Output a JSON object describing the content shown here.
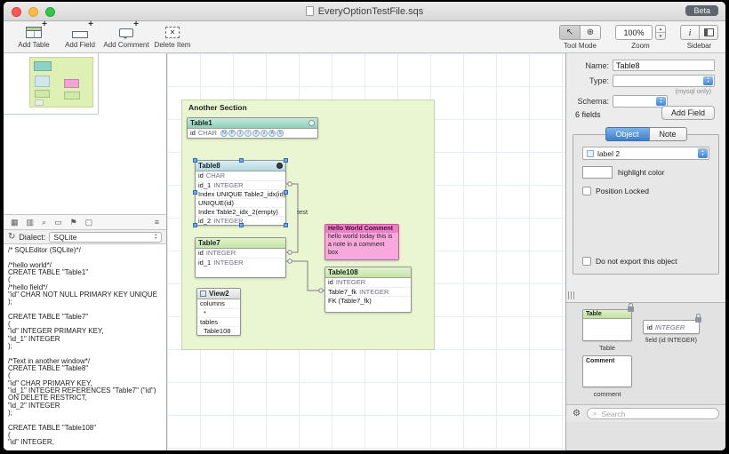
{
  "window": {
    "title": "EveryOptionTestFile.sqs",
    "badge": "Beta"
  },
  "toolbar": {
    "items": [
      {
        "label": "Add Table"
      },
      {
        "label": "Add Field"
      },
      {
        "label": "Add Comment"
      },
      {
        "label": "Delete Item"
      }
    ],
    "tool_mode_label": "Tool Mode",
    "zoom_value": "100%",
    "zoom_label": "Zoom",
    "sidebar_label": "Sidebar"
  },
  "icons": {
    "refresh": "↻",
    "magnifier": "⌕",
    "gear": "⚙",
    "cursor": "↖",
    "link_tool": "⊕",
    "info": "i",
    "plus": "+",
    "delete_x": "✕",
    "arrow_up": "▲",
    "arrow_down": "▼"
  },
  "left_panel": {
    "panel_icons": [
      "▦",
      "▥",
      "⌕",
      "▭",
      "⚑",
      "▢",
      "≡"
    ],
    "dialect_label": "Dialect:",
    "dialect_value": "SQLite",
    "sql_text": "/* SQLEditor (SQLite)*/\n\n/*hello world*/\nCREATE TABLE \"Table1\"\n(\n/*hello field*/\n\"id\" CHAR NOT NULL PRIMARY KEY UNIQUE\n);\n\nCREATE TABLE \"Table7\"\n(\n\"id\" INTEGER PRIMARY KEY,\n\"id_1\" INTEGER\n);\n\n/*Text in another window*/\nCREATE TABLE \"Table8\"\n(\n\"id\" CHAR PRIMARY KEY,\n\"id_1\" INTEGER REFERENCES \"Table7\" (\"id\") ON DELETE RESTRICT,\n\"id_2\" INTEGER\n);\n\nCREATE TABLE \"Table108\"\n(\n\"id\" INTEGER,"
  },
  "canvas": {
    "section_title": "Another Section",
    "connection_label": "test",
    "table1": {
      "name": "Table1",
      "rows": [
        {
          "name": "id",
          "type": "CHAR"
        }
      ],
      "attr_icons": [
        "N",
        "P",
        "1",
        "i",
        "2",
        "z",
        "A",
        "S"
      ]
    },
    "table8": {
      "name": "Table8",
      "rows": [
        {
          "name": "id",
          "type": "CHAR"
        },
        {
          "name": "id_1",
          "type": "INTEGER"
        },
        {
          "name": "Index UNIQUE Table2_idx(id)",
          "type": ""
        },
        {
          "name": "UNIQUE(id)",
          "type": ""
        },
        {
          "name": "Index Table2_idx_2(empty)",
          "type": ""
        },
        {
          "name": "id_2",
          "type": "INTEGER"
        }
      ]
    },
    "table7": {
      "name": "Table7",
      "rows": [
        {
          "name": "id",
          "type": "INTEGER"
        },
        {
          "name": "id_1",
          "type": "INTEGER"
        }
      ]
    },
    "view2": {
      "name": "View2",
      "rows": [
        {
          "name": "columns"
        },
        {
          "name": "*"
        },
        {
          "name": "tables"
        },
        {
          "name": "Table108"
        }
      ]
    },
    "table108": {
      "name": "Table108",
      "rows": [
        {
          "name": "id",
          "type": "INTEGER"
        },
        {
          "name": "Table7_fk",
          "type": "INTEGER"
        },
        {
          "name": "FK (Table7_fk)",
          "type": ""
        }
      ]
    },
    "comment": {
      "title": "Hello World Comment",
      "body": "hello world  today this is a note in a comment box"
    },
    "colors": {
      "section_background": "#eaf5d1",
      "comment_header": "#ee7ec5",
      "comment_body": "#f6a9da",
      "table_header_green": "#c6e3a6",
      "table_header_teal": "#8fd0ba",
      "selected_header_blue": "#b2d6e0",
      "selection_handle": "#76a9e2"
    }
  },
  "inspector": {
    "name_label": "Name:",
    "name_value": "Table8",
    "type_label": "Type:",
    "mysql_note": "(mysql only)",
    "schema_label": "Schema:",
    "fields_count": "6 fields",
    "add_field_button": "Add Field",
    "tab_object": "Object",
    "tab_note": "Note",
    "label_value": "label 2",
    "highlight_color_label": "highlight color",
    "highlight_color": "#8fc7ba",
    "position_locked_label": "Position Locked",
    "do_not_export_label": "Do not export this object"
  },
  "palette": {
    "table_item_title": "Table",
    "table_item_caption": "Table",
    "field_item_name": "id",
    "field_item_type": "INTEGER",
    "field_item_caption": "field (id INTEGER)",
    "comment_item_title": "Comment",
    "comment_item_caption": "comment",
    "search_placeholder": "Search"
  }
}
